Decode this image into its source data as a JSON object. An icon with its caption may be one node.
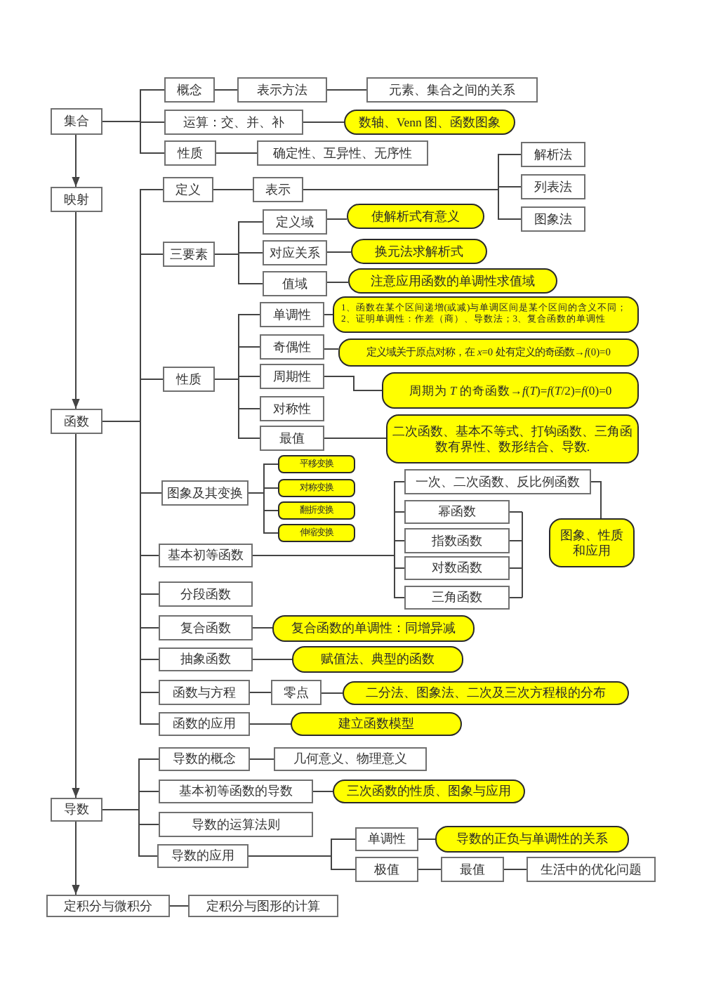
{
  "diagram": {
    "nodes": [
      {
        "text": [
          "集合"
        ]
      },
      {
        "text": [
          "概念"
        ]
      },
      {
        "text": [
          "表示方法"
        ]
      },
      {
        "text": [
          "元素、集合之间的关系"
        ]
      },
      {
        "text": [
          "运算：交、并、补"
        ]
      },
      {
        "text": [
          "数轴、Venn 图、函数图象"
        ]
      },
      {
        "text": [
          "性质"
        ]
      },
      {
        "text": [
          "确定性、互异性、无序性"
        ]
      },
      {
        "text": [
          "映射"
        ]
      },
      {
        "text": [
          "定义"
        ]
      },
      {
        "text": [
          "表示"
        ]
      },
      {
        "text": [
          "解析法"
        ]
      },
      {
        "text": [
          "列表法"
        ]
      },
      {
        "text": [
          "图象法"
        ]
      },
      {
        "text": [
          "三要素"
        ]
      },
      {
        "text": [
          "定义域"
        ]
      },
      {
        "text": [
          "使解析式有意义"
        ]
      },
      {
        "text": [
          "对应关系"
        ]
      },
      {
        "text": [
          "换元法求解析式"
        ]
      },
      {
        "text": [
          "值域"
        ]
      },
      {
        "text": [
          "注意应用函数的单调性求值域"
        ]
      },
      {
        "text": [
          "函数"
        ]
      },
      {
        "text": [
          "性质"
        ]
      },
      {
        "text": [
          "单调性"
        ]
      },
      {
        "text": [
          "1、函数在某个区间递增(或减)与单调区间是某个区间的含义不同；",
          "2、证明单调性：作差（商）、导数法；3、复合函数的单调性"
        ]
      },
      {
        "text": [
          "奇偶性"
        ]
      },
      {
        "text": [
          "定义域关于原点对称，在 *x*=0 处有定义的奇函数→*f*(0)=0"
        ]
      },
      {
        "text": [
          "周期性"
        ]
      },
      {
        "text": [
          "周期为 *T* 的奇函数→*f*(*T*)=*f*(*T*/2)=*f*(0)=0"
        ]
      },
      {
        "text": [
          "对称性"
        ]
      },
      {
        "text": [
          "最值"
        ]
      },
      {
        "text": [
          "二次函数、基本不等式、打钩函数、三角函数有界性、数形结合、导数."
        ]
      },
      {
        "text": [
          "图象及其变换"
        ]
      },
      {
        "text": [
          "平移变换"
        ]
      },
      {
        "text": [
          "对称变换"
        ]
      },
      {
        "text": [
          "翻折变换"
        ]
      },
      {
        "text": [
          "伸缩变换"
        ]
      },
      {
        "text": [
          "一次、二次函数、反比例函数"
        ]
      },
      {
        "text": [
          "幂函数"
        ]
      },
      {
        "text": [
          "基本初等函数"
        ]
      },
      {
        "text": [
          "指数函数"
        ]
      },
      {
        "text": [
          "图象、性质和应用"
        ]
      },
      {
        "text": [
          "对数函数"
        ]
      },
      {
        "text": [
          "三角函数"
        ]
      },
      {
        "text": [
          "分段函数"
        ]
      },
      {
        "text": [
          "复合函数"
        ]
      },
      {
        "text": [
          "复合函数的单调性：同增异减"
        ]
      },
      {
        "text": [
          "抽象函数"
        ]
      },
      {
        "text": [
          "赋值法、典型的函数"
        ]
      },
      {
        "text": [
          "函数与方程"
        ]
      },
      {
        "text": [
          "零点"
        ]
      },
      {
        "text": [
          "二分法、图象法、二次及三次方程根的分布"
        ]
      },
      {
        "text": [
          "函数的应用"
        ]
      },
      {
        "text": [
          "建立函数模型"
        ]
      },
      {
        "text": [
          "导数的概念"
        ]
      },
      {
        "text": [
          "几何意义、物理意义"
        ]
      },
      {
        "text": [
          "基本初等函数的导数"
        ]
      },
      {
        "text": [
          "三次函数的性质、图象与应用"
        ]
      },
      {
        "text": [
          "导数"
        ]
      },
      {
        "text": [
          "导数的运算法则"
        ]
      },
      {
        "text": [
          "单调性"
        ]
      },
      {
        "text": [
          "导数的正负与单调性的关系"
        ]
      },
      {
        "text": [
          "导数的应用"
        ]
      },
      {
        "text": [
          "极值"
        ]
      },
      {
        "text": [
          "最值"
        ]
      },
      {
        "text": [
          "生活中的优化问题"
        ]
      },
      {
        "text": [
          "定积分与微积分"
        ]
      },
      {
        "text": [
          "定积分与图形的计算"
        ]
      }
    ],
    "edges": [
      {
        "from": 0,
        "to": 8,
        "arrow": "to"
      },
      {
        "from": 8,
        "to": 21,
        "arrow": "to"
      },
      {
        "from": 21,
        "to": 58,
        "arrow": "to"
      },
      {
        "from": 58,
        "to": 66,
        "arrow": "to"
      },
      {
        "from": 0,
        "to": 1,
        "arrow": "none"
      },
      {
        "from": 0,
        "to": 4,
        "arrow": "none"
      },
      {
        "from": 0,
        "to": 6,
        "arrow": "none"
      },
      {
        "from": 1,
        "to": 2,
        "arrow": "none"
      },
      {
        "from": 2,
        "to": 3,
        "arrow": "none"
      },
      {
        "from": 4,
        "to": 5,
        "arrow": "none"
      },
      {
        "from": 6,
        "to": 7,
        "arrow": "none"
      },
      {
        "from": 21,
        "to": 9,
        "arrow": "none"
      },
      {
        "from": 21,
        "to": 14,
        "arrow": "none"
      },
      {
        "from": 21,
        "to": 22,
        "arrow": "none"
      },
      {
        "from": 21,
        "to": 32,
        "arrow": "none"
      },
      {
        "from": 21,
        "to": 39,
        "arrow": "none"
      },
      {
        "from": 21,
        "to": 44,
        "arrow": "none"
      },
      {
        "from": 21,
        "to": 45,
        "arrow": "none"
      },
      {
        "from": 21,
        "to": 47,
        "arrow": "none"
      },
      {
        "from": 21,
        "to": 49,
        "arrow": "none"
      },
      {
        "from": 21,
        "to": 52,
        "arrow": "none"
      },
      {
        "from": 9,
        "to": 10,
        "arrow": "none"
      },
      {
        "from": 10,
        "to": 11,
        "arrow": "none"
      },
      {
        "from": 10,
        "to": 12,
        "arrow": "none"
      },
      {
        "from": 10,
        "to": 13,
        "arrow": "none"
      },
      {
        "from": 14,
        "to": 15,
        "arrow": "none"
      },
      {
        "from": 14,
        "to": 17,
        "arrow": "none"
      },
      {
        "from": 14,
        "to": 19,
        "arrow": "none"
      },
      {
        "from": 15,
        "to": 16,
        "arrow": "none"
      },
      {
        "from": 17,
        "to": 18,
        "arrow": "none"
      },
      {
        "from": 19,
        "to": 20,
        "arrow": "none"
      },
      {
        "from": 22,
        "to": 23,
        "arrow": "none"
      },
      {
        "from": 22,
        "to": 25,
        "arrow": "none"
      },
      {
        "from": 22,
        "to": 27,
        "arrow": "none"
      },
      {
        "from": 22,
        "to": 29,
        "arrow": "none"
      },
      {
        "from": 22,
        "to": 30,
        "arrow": "none"
      },
      {
        "from": 23,
        "to": 24,
        "arrow": "none"
      },
      {
        "from": 25,
        "to": 26,
        "arrow": "none"
      },
      {
        "from": 27,
        "to": 28,
        "arrow": "none"
      },
      {
        "from": 30,
        "to": 31,
        "arrow": "none"
      },
      {
        "from": 32,
        "to": 33,
        "arrow": "none"
      },
      {
        "from": 32,
        "to": 34,
        "arrow": "none"
      },
      {
        "from": 32,
        "to": 35,
        "arrow": "none"
      },
      {
        "from": 32,
        "to": 36,
        "arrow": "none"
      },
      {
        "from": 39,
        "to": 37,
        "arrow": "none"
      },
      {
        "from": 39,
        "to": 38,
        "arrow": "none"
      },
      {
        "from": 39,
        "to": 40,
        "arrow": "none"
      },
      {
        "from": 39,
        "to": 42,
        "arrow": "none"
      },
      {
        "from": 39,
        "to": 43,
        "arrow": "none"
      },
      {
        "from": 37,
        "to": 41,
        "arrow": "none"
      },
      {
        "from": 45,
        "to": 46,
        "arrow": "none"
      },
      {
        "from": 47,
        "to": 48,
        "arrow": "none"
      },
      {
        "from": 49,
        "to": 50,
        "arrow": "none"
      },
      {
        "from": 50,
        "to": 51,
        "arrow": "none"
      },
      {
        "from": 52,
        "to": 53,
        "arrow": "none"
      },
      {
        "from": 58,
        "to": 54,
        "arrow": "none"
      },
      {
        "from": 58,
        "to": 56,
        "arrow": "none"
      },
      {
        "from": 58,
        "to": 59,
        "arrow": "none"
      },
      {
        "from": 58,
        "to": 62,
        "arrow": "none"
      },
      {
        "from": 54,
        "to": 55,
        "arrow": "none"
      },
      {
        "from": 56,
        "to": 57,
        "arrow": "none"
      },
      {
        "from": 62,
        "to": 60,
        "arrow": "none"
      },
      {
        "from": 62,
        "to": 63,
        "arrow": "none"
      },
      {
        "from": 60,
        "to": 61,
        "arrow": "none"
      },
      {
        "from": 63,
        "to": 64,
        "arrow": "none"
      },
      {
        "from": 64,
        "to": 65,
        "arrow": "none"
      },
      {
        "from": 66,
        "to": 67,
        "arrow": "none"
      }
    ]
  }
}
